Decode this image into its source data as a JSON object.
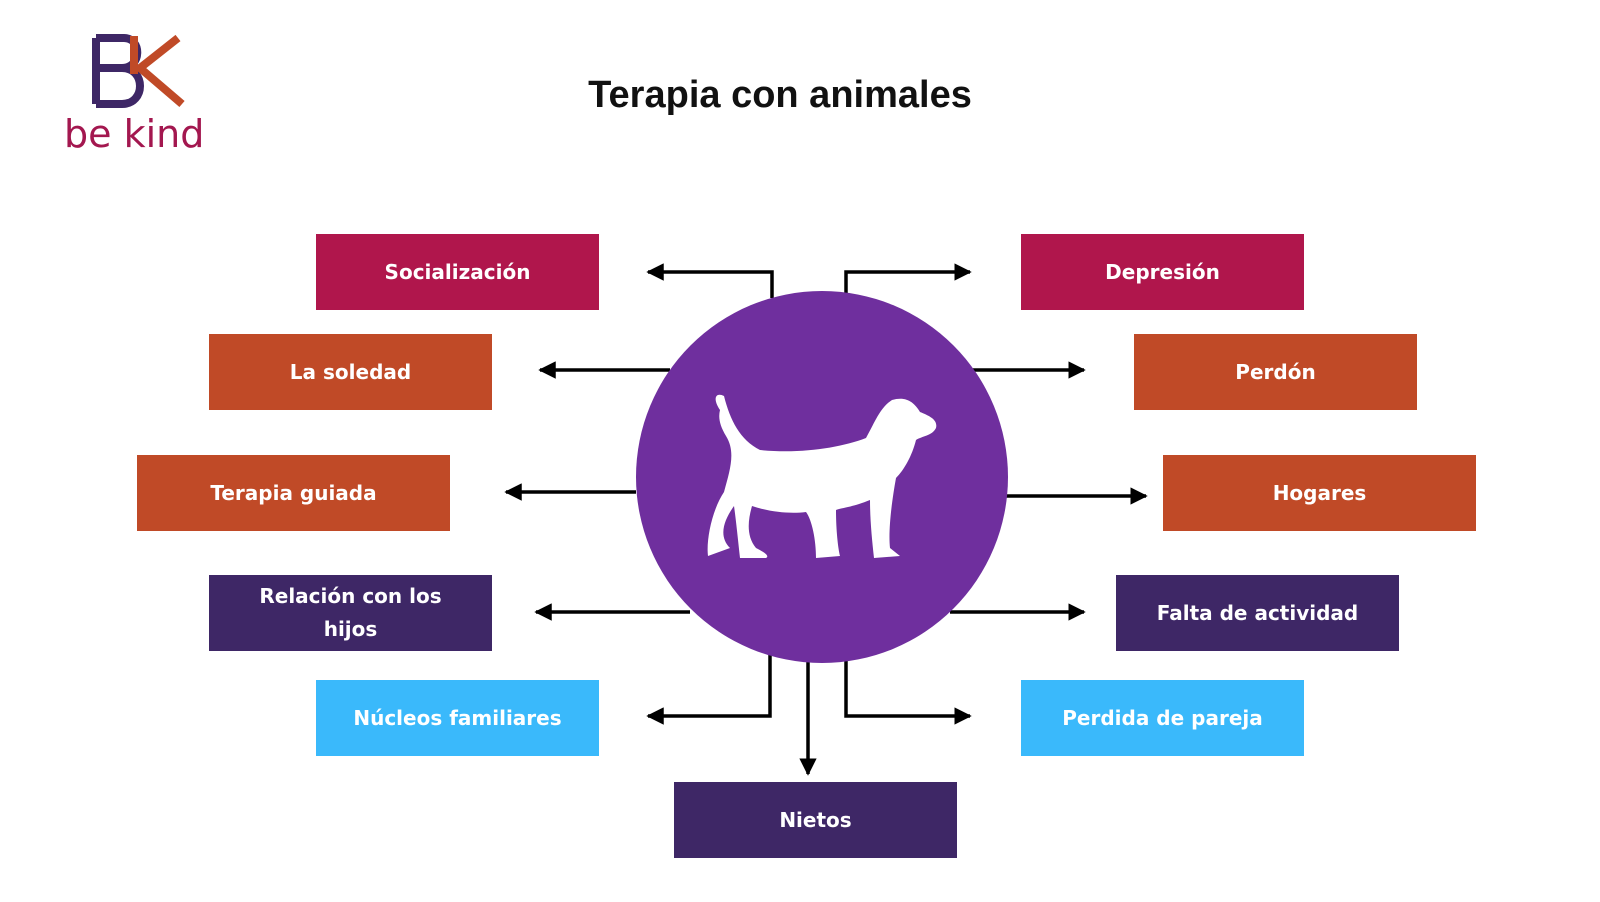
{
  "logo": {
    "letters": "BK",
    "text": "be kind"
  },
  "title": "Terapia con animales",
  "center": {
    "icon": "dog-icon",
    "color": "#6f2f9e"
  },
  "colors": {
    "magenta": "#b0164c",
    "orange": "#c04a27",
    "navy": "#3e2766",
    "sky": "#3ab9fb"
  },
  "left": [
    {
      "label": "Socialización"
    },
    {
      "label": "La soledad"
    },
    {
      "label": "Terapia guiada"
    },
    {
      "label": "Relación con los hijos"
    },
    {
      "label": "Núcleos familiares"
    }
  ],
  "right": [
    {
      "label": "Depresión"
    },
    {
      "label": "Perdón"
    },
    {
      "label": "Hogares"
    },
    {
      "label": "Falta de actividad"
    },
    {
      "label": "Perdida de pareja"
    }
  ],
  "bottom": {
    "label": "Nietos"
  }
}
